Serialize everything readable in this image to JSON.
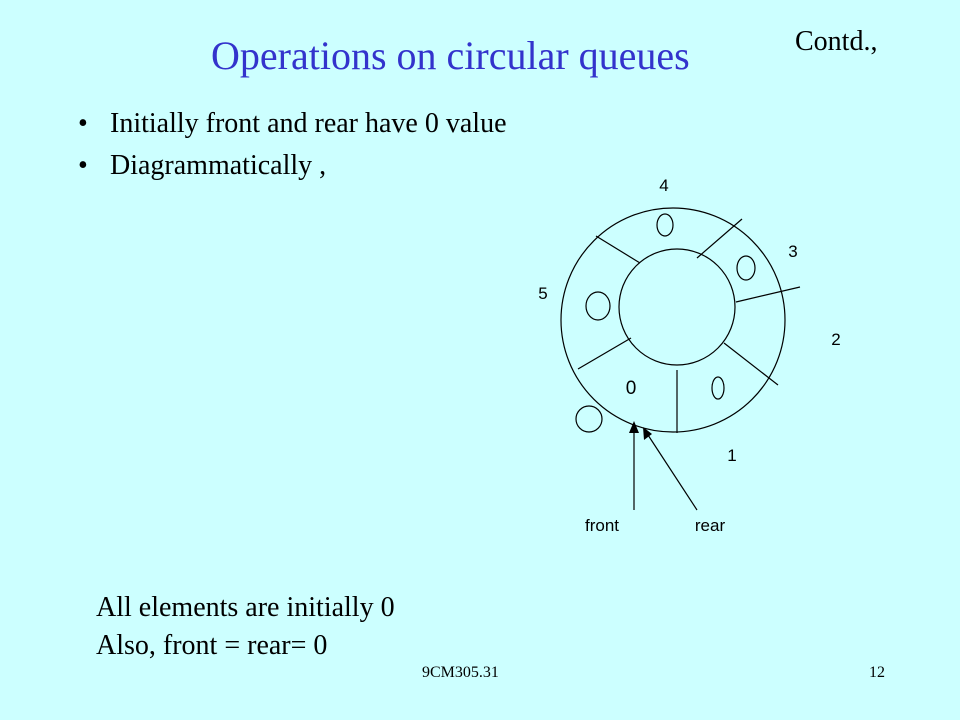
{
  "slide": {
    "title": "Operations on circular queues",
    "corner_label": "Contd.,",
    "bullets": [
      "Initially front and rear have 0 value",
      "Diagrammatically ,"
    ],
    "notes": [
      "All  elements are initially 0",
      "Also, front = rear= 0"
    ],
    "footer_code": "9CM305.31",
    "page_number": "12"
  },
  "diagram": {
    "slot_labels": [
      "1",
      "2",
      "3",
      "4",
      "5"
    ],
    "slot_values": [
      "0"
    ],
    "pointer_labels": [
      "front",
      "rear"
    ]
  }
}
